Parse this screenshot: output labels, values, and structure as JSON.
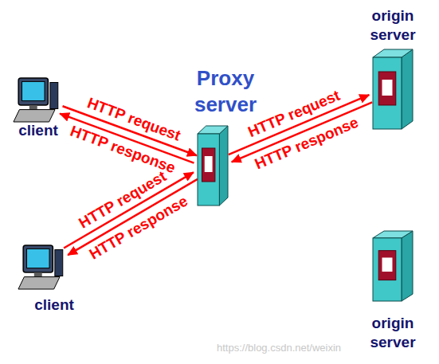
{
  "diagram": {
    "nodes": [
      {
        "text": [
          "origin server"
        ]
      },
      {
        "text": [
          "Proxy server"
        ]
      },
      {
        "text": [
          "client"
        ]
      },
      {
        "text": [
          "client"
        ]
      },
      {
        "text": [
          "origin server"
        ]
      }
    ],
    "edges": [
      {
        "from": 2,
        "to": 1,
        "label": "HTTP request",
        "arrow": "to"
      },
      {
        "from": 1,
        "to": 2,
        "label": "HTTP response",
        "arrow": "to"
      },
      {
        "from": 1,
        "to": 0,
        "label": "HTTP request",
        "arrow": "to"
      },
      {
        "from": 0,
        "to": 1,
        "label": "HTTP response",
        "arrow": "to"
      },
      {
        "from": 3,
        "to": 1,
        "label": "HTTP request",
        "arrow": "to"
      },
      {
        "from": 1,
        "to": 3,
        "label": "HTTP response",
        "arrow": "to"
      }
    ],
    "labels": [
      "https://blog.csdn.net/weixin"
    ]
  }
}
